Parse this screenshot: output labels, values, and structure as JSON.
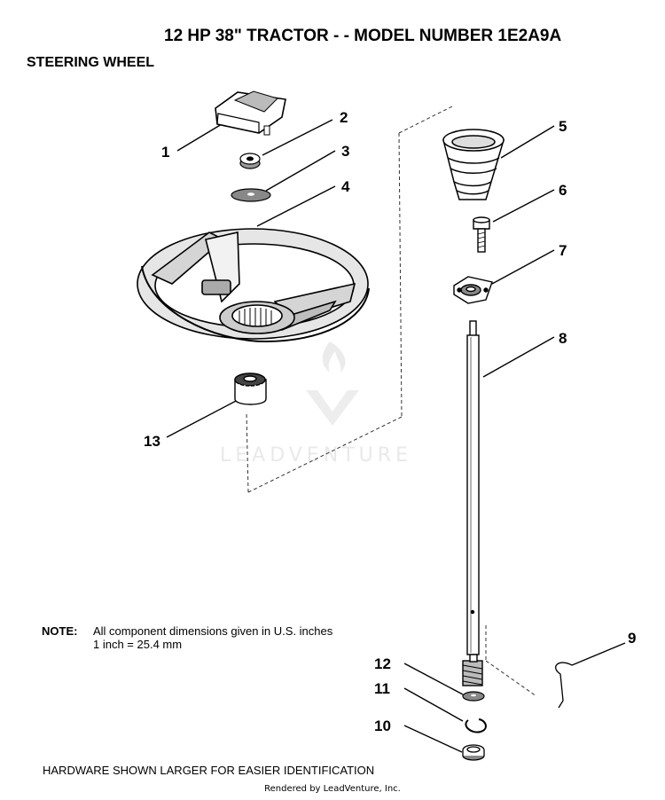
{
  "header": {
    "title": "12 HP 38\" TRACTOR - - MODEL NUMBER 1E2A9A",
    "subtitle": "STEERING WHEEL"
  },
  "callouts": [
    "1",
    "2",
    "3",
    "4",
    "5",
    "6",
    "7",
    "8",
    "9",
    "10",
    "11",
    "12",
    "13"
  ],
  "note": {
    "label": "NOTE:",
    "line1": "All component dimensions given in U.S. inches",
    "line2": "1 inch = 25.4 mm"
  },
  "footer": "HARDWARE SHOWN LARGER FOR EASIER IDENTIFICATION",
  "watermark": "LEADVENTURE",
  "credit": "Rendered by LeadVenture, Inc."
}
